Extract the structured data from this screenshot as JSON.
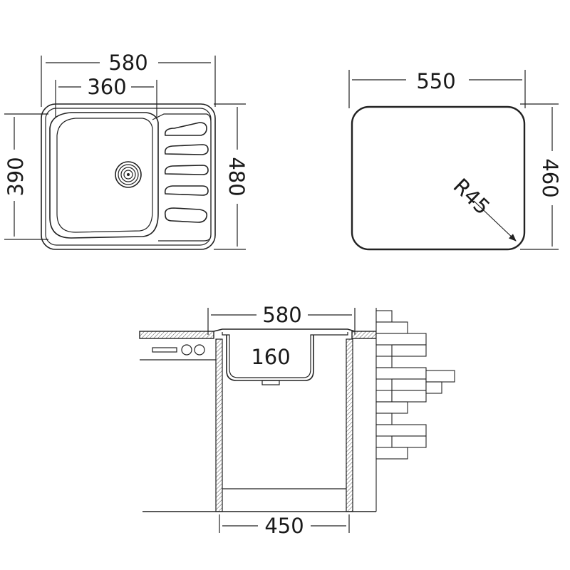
{
  "top_view": {
    "overall_width": "580",
    "bowl_width": "360",
    "bowl_depth": "390",
    "overall_depth": "480"
  },
  "cutout_view": {
    "width": "550",
    "depth": "460",
    "corner_radius": "R45"
  },
  "section_view": {
    "overall_width": "580",
    "bowl_height": "160",
    "cabinet_width": "450"
  }
}
